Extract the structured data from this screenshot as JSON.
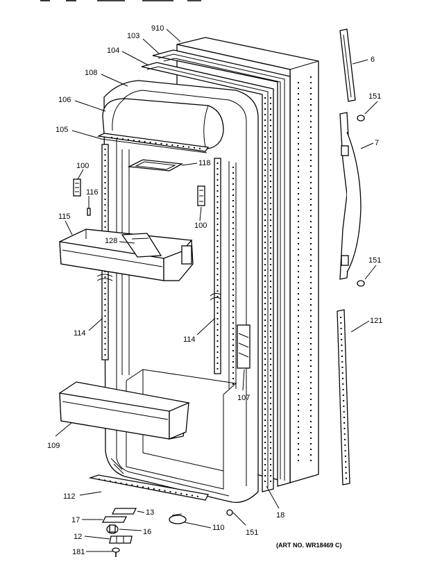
{
  "diagram": {
    "art_number": "(ART NO. WR18469 C)",
    "callouts": {
      "p910": "910",
      "p103": "103",
      "p104": "104",
      "p108": "108",
      "p106": "106",
      "p105": "105",
      "p100a": "100",
      "p116": "116",
      "p115": "115",
      "p128": "128",
      "p118": "118",
      "p100b": "100",
      "p114a": "114",
      "p114b": "114",
      "p107": "107",
      "p109": "109",
      "p112": "112",
      "p13": "13",
      "p17": "17",
      "p16": "16",
      "p12": "12",
      "p181": "181",
      "p110": "110",
      "p151c": "151",
      "p18": "18",
      "p6": "6",
      "p151a": "151",
      "p7": "7",
      "p151b": "151",
      "p121": "121"
    }
  }
}
